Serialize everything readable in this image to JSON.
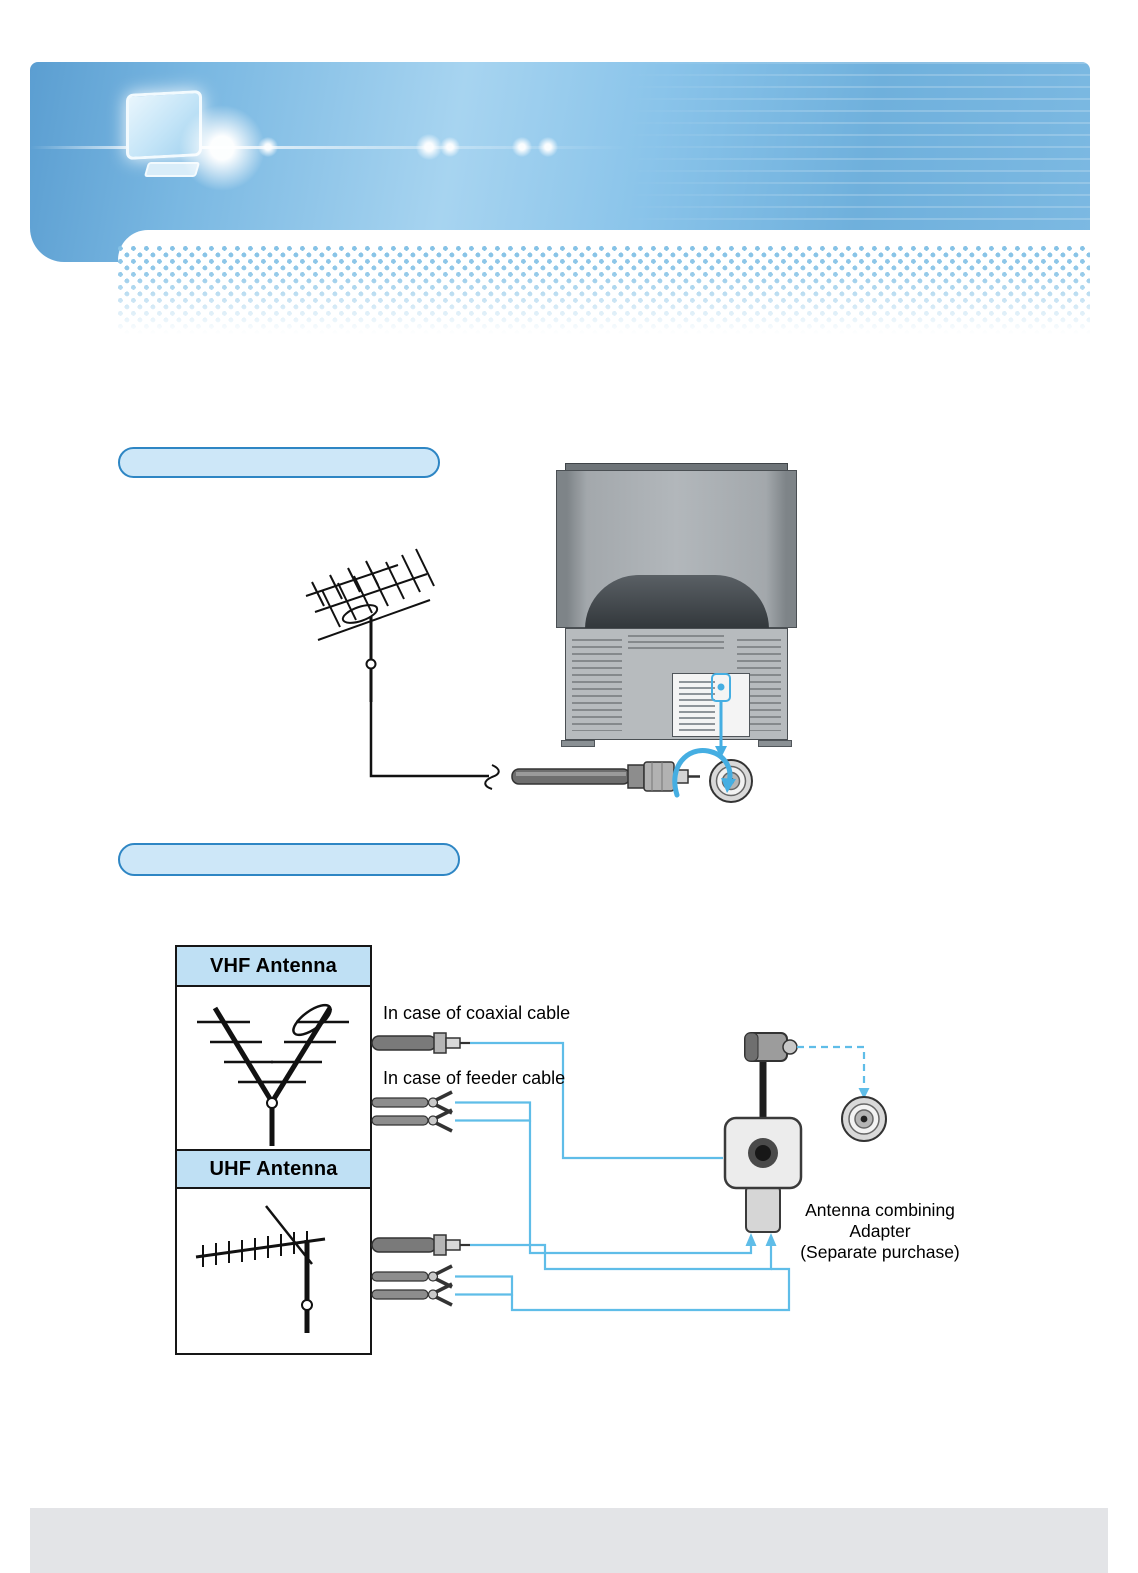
{
  "document": {
    "type": "tv-owner-manual-page",
    "language": "en"
  },
  "colors": {
    "header_blue_left": "#5b9ed1",
    "header_blue_light": "#a7d4f0",
    "dot_pattern_blue": "#85c2e6",
    "banner_fill": "#cde7f8",
    "banner_border": "#2e86c4",
    "panel_header_fill": "#bfe0f4",
    "diagram_line_blue": "#5fbde8",
    "footer_gray": "#e3e4e7"
  },
  "icons": {
    "header_logo": "tv-monitor-icon",
    "section1": [
      "rooftop-antenna-illustration",
      "tv-rear-view-illustration",
      "coaxial-cable-connector",
      "antenna-jack",
      "screw-twist-arrow",
      "antenna-port-highlight"
    ],
    "section2": [
      "vhf-antenna-illustration",
      "uhf-antenna-illustration",
      "feeder-cable-forks",
      "antenna-combining-adapter",
      "wall-antenna-jack"
    ]
  },
  "banners": {
    "first": "",
    "second": ""
  },
  "antenna_panel": {
    "vhf_header": "VHF Antenna",
    "uhf_header": "UHF Antenna"
  },
  "cable_labels": {
    "coaxial": "In case of coaxial cable",
    "feeder": "In case of feeder cable"
  },
  "adapter": {
    "caption_lines": [
      "Antenna combining",
      "Adapter",
      "(Separate purchase)"
    ]
  }
}
